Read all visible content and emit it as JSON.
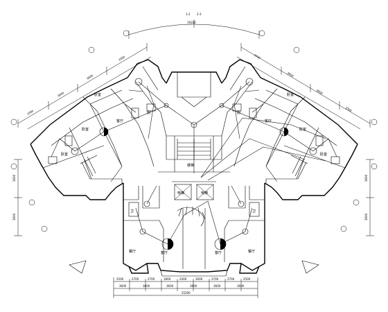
{
  "drawing": {
    "title_marks": [
      "1-2",
      "2-3"
    ],
    "room_labels": [
      "卧室",
      "卧室",
      "客厅",
      "卧室",
      "卧室",
      "客厅",
      "卧室",
      "卧室",
      "客厅",
      "客厅",
      "卫",
      "卫",
      "厨",
      "厨",
      "电梯",
      "电梯",
      "楼梯",
      "餐厅",
      "餐厅"
    ],
    "bottom_dims_top": [
      "2500",
      "2700",
      "2700",
      "1800",
      "2400",
      "3000",
      "2700",
      "2700",
      "2500"
    ],
    "bottom_dims_mid": [
      "3600",
      "3600",
      "3600",
      "3600",
      "3600",
      "3600"
    ],
    "bottom_total": "25200",
    "side_dims_left": [
      "3600",
      "3600"
    ],
    "side_dims_right": [
      "3600",
      "3600"
    ],
    "arc_dims_left": [
      "3300",
      "3600",
      "3600",
      "3300"
    ],
    "arc_dims_right": [
      "3300",
      "3600",
      "3600",
      "3300"
    ],
    "top_dim": "16200"
  }
}
